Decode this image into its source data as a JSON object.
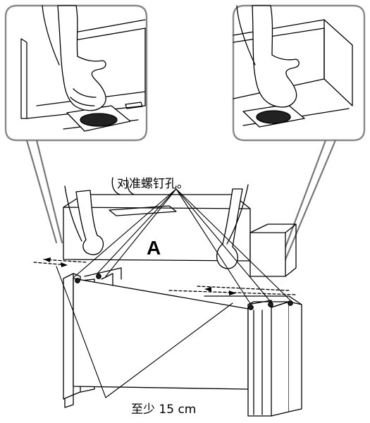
{
  "figure": {
    "align_label": "对准螺钉孔。",
    "part_label": "A",
    "distance_label": "至少 15 cm",
    "icons": [
      "hand-icon",
      "screw-hole-icon",
      "arrow-icon"
    ]
  }
}
